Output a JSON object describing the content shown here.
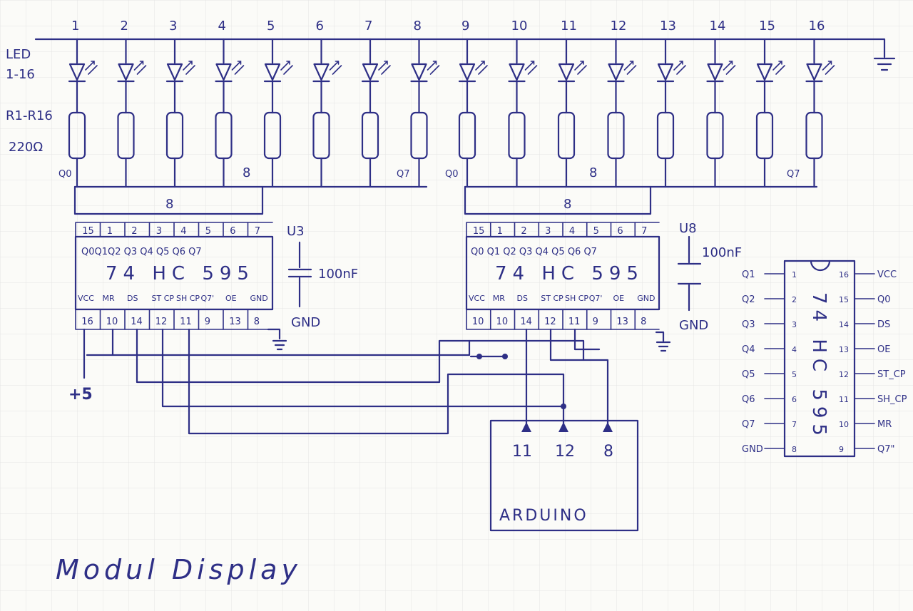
{
  "title": "Modul Display",
  "led_label": "LED",
  "led_range": "1-16",
  "resistor_label": "R1-R16",
  "resistor_value": "220Ω",
  "led_numbers": [
    "1",
    "2",
    "3",
    "4",
    "5",
    "6",
    "7",
    "8",
    "9",
    "10",
    "11",
    "12",
    "13",
    "14",
    "15",
    "16"
  ],
  "ground_symbol_label": "⏚",
  "bus_label": "8",
  "supply_label": "+5",
  "left_chip": {
    "q_start": "Q0",
    "q_end": "Q7",
    "top_pins": [
      "15",
      "1",
      "2",
      "3",
      "4",
      "5",
      "6",
      "7"
    ],
    "top_names": "Q0Q1Q2 Q3 Q4 Q5 Q6 Q7",
    "part": "74 HC 595",
    "bottom_names": [
      "VCC",
      "MR",
      "DS",
      "ST CP",
      "SH CP",
      "Q7'",
      "OE",
      "GND"
    ],
    "bottom_pins": [
      "16",
      "10",
      "14",
      "12",
      "11",
      "9",
      "13",
      "8"
    ],
    "cap_ref": "U3",
    "cap_value": "100nF",
    "cap_gnd": "GND"
  },
  "right_chip": {
    "q_start": "Q0",
    "q_end": "Q7",
    "top_pins": [
      "15",
      "1",
      "2",
      "3",
      "4",
      "5",
      "6",
      "7"
    ],
    "top_names": "Q0 Q1 Q2 Q3 Q4 Q5 Q6 Q7",
    "part": "74 HC 595",
    "bottom_names": [
      "VCC",
      "MR",
      "DS",
      "ST CP",
      "SH CP",
      "Q7'",
      "OE",
      "GND"
    ],
    "bottom_pins": [
      "10",
      "10",
      "14",
      "12",
      "11",
      "9",
      "13",
      "8"
    ],
    "cap_ref": "U8",
    "cap_value": "100nF",
    "cap_gnd": "GND"
  },
  "arduino": {
    "label": "ARDUINO",
    "pins": [
      "11",
      "12",
      "8"
    ]
  },
  "pinout": {
    "part": "74 HC 595",
    "left_labels": [
      "Q1",
      "Q2",
      "Q3",
      "Q4",
      "Q5",
      "Q6",
      "Q7",
      "GND"
    ],
    "left_numbers": [
      "1",
      "2",
      "3",
      "4",
      "5",
      "6",
      "7",
      "8"
    ],
    "right_labels": [
      "VCC",
      "Q0",
      "DS",
      "OE",
      "ST_CP",
      "SH_CP",
      "MR",
      "Q7\""
    ],
    "right_numbers": [
      "16",
      "15",
      "14",
      "13",
      "12",
      "11",
      "10",
      "9"
    ]
  },
  "colors": {
    "ink": "#2e2f86",
    "paper": "#fbfbf8",
    "grid": "#e6e6e6"
  }
}
